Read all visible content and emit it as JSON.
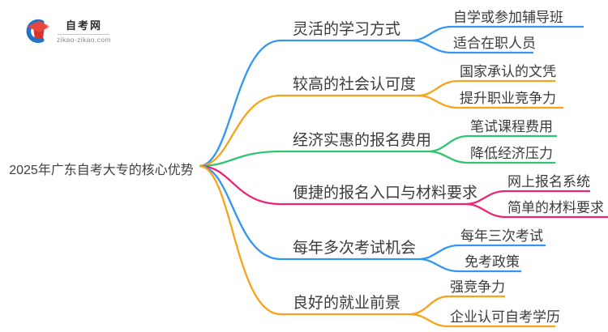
{
  "logo": {
    "title": "自考网",
    "domain": "zikao-zikao.com",
    "icon_blue": "#2273c4",
    "icon_red": "#e8453c",
    "icon_red_dark": "#d6352e"
  },
  "central_topic": "2025年广东自考大专的核心优势",
  "text_color": "#3a3a3a",
  "branches": [
    {
      "label": "灵活的学习方式",
      "color": "#3496f3",
      "children": [
        "自学或参加辅导班",
        "适合在职人员"
      ]
    },
    {
      "label": "较高的社会认可度",
      "color": "#faa21b",
      "children": [
        "国家承认的文凭",
        "提升职业竞争力"
      ]
    },
    {
      "label": "经济实惠的报名费用",
      "color": "#30c470",
      "children": [
        "笔试课程费用",
        "降低经济压力"
      ]
    },
    {
      "label": "便捷的报名入口与材料要求",
      "color": "#ee2377",
      "children": [
        "网上报名系统",
        "简单的材料要求"
      ]
    },
    {
      "label": "每年多次考试机会",
      "color": "#3496f3",
      "children": [
        "每年三次考试",
        "免考政策"
      ]
    },
    {
      "label": "良好的就业前景",
      "color": "#faa21b",
      "children": [
        "强竞争力",
        "企业认可自考学历"
      ]
    }
  ]
}
